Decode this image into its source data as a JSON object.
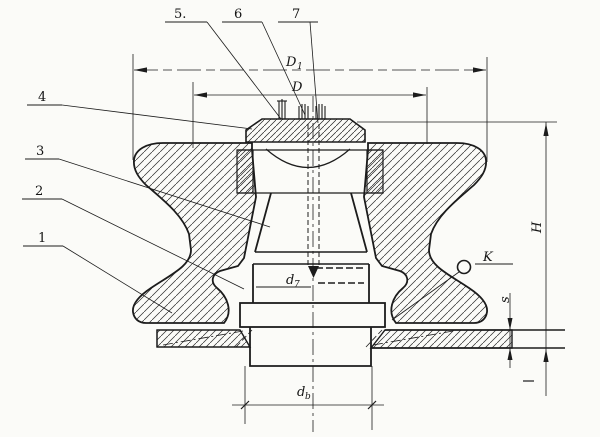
{
  "drawing": {
    "title_hint": "sectional view of deck roller fitting",
    "ink_color": "#1c1c1c",
    "paper_color": "#fbfbf8",
    "callouts": [
      {
        "label": "1"
      },
      {
        "label": "2"
      },
      {
        "label": "3"
      },
      {
        "label": "4"
      },
      {
        "label": "5."
      },
      {
        "label": "6"
      },
      {
        "label": "7"
      }
    ],
    "dims": {
      "D1": {
        "base": "D",
        "sub": "1"
      },
      "D": {
        "base": "D"
      },
      "H": {
        "base": "H"
      },
      "s": {
        "base": "s"
      },
      "K": {
        "base": "K"
      },
      "d7": {
        "base": "d",
        "sub": "7"
      },
      "db": {
        "base": "d",
        "sub": "b"
      }
    }
  }
}
